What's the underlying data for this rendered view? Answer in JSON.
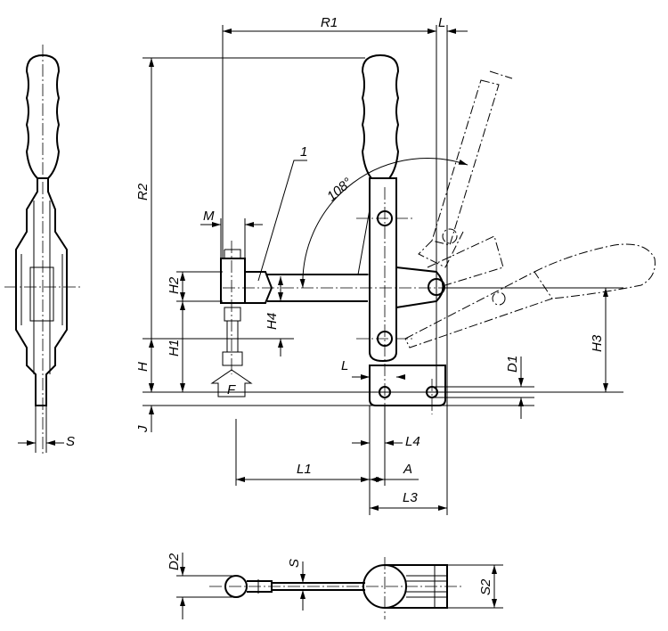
{
  "title": "Vertical toggle clamp technical drawing",
  "labels": {
    "R1": "R1",
    "L_top": "L",
    "R2": "R2",
    "M": "M",
    "callout_1": "1",
    "angle": "108°",
    "H2": "H2",
    "H4": "H4",
    "H1": "H1",
    "H": "H",
    "J": "J",
    "F": "F",
    "L_mid": "L",
    "D1": "D1",
    "H3": "H3",
    "L4": "L4",
    "L1": "L1",
    "A": "A",
    "L3": "L3",
    "S_side": "S",
    "D2": "D2",
    "S_bottom": "S",
    "S2": "S2"
  }
}
